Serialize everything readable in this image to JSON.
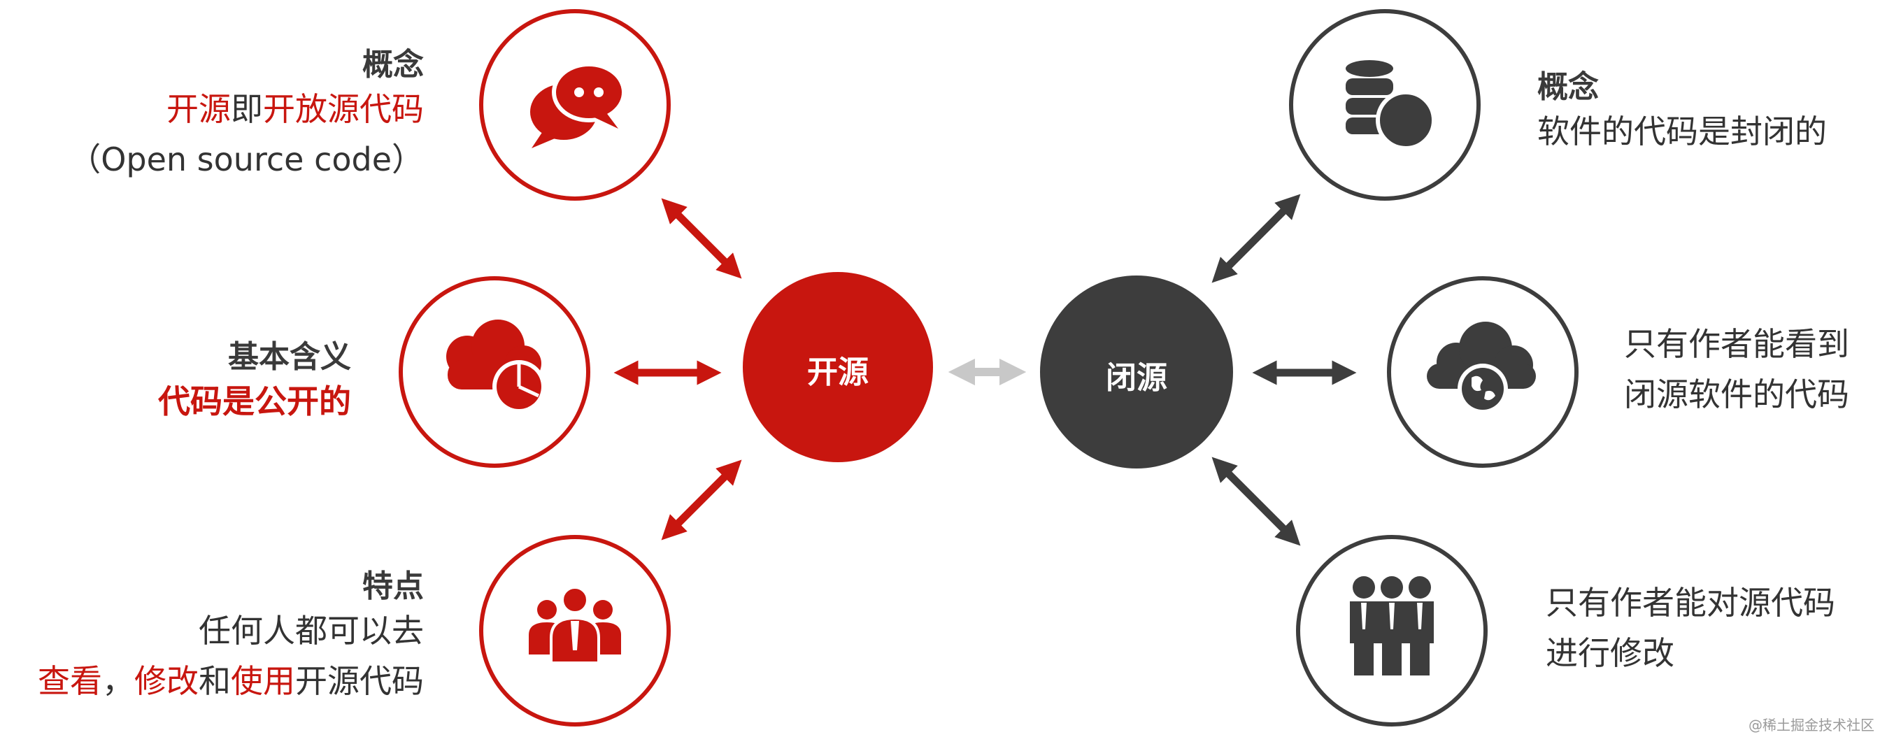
{
  "colors": {
    "red": "#c8160f",
    "dark": "#3d3d3d",
    "arrow_light": "#c8c8c8"
  },
  "center": {
    "open": "开源",
    "closed": "闭源"
  },
  "left": {
    "concept": {
      "title": "概念",
      "line1": [
        {
          "t": "开源",
          "red": true
        },
        {
          "t": "即",
          "red": false
        },
        {
          "t": "开放源代码",
          "red": true
        }
      ],
      "line2": "（Open source code）",
      "icon": "chat-bubbles-icon"
    },
    "meaning": {
      "title": "基本含义",
      "line1": "代码是公开的",
      "icon": "cloud-pie-chart-icon"
    },
    "feature": {
      "title": "特点",
      "line1": "任何人都可以去",
      "line2": [
        {
          "t": "查看",
          "red": true
        },
        {
          "t": "，",
          "red": false
        },
        {
          "t": "修改",
          "red": true
        },
        {
          "t": "和",
          "red": false
        },
        {
          "t": "使用",
          "red": true
        },
        {
          "t": "开源代码",
          "red": false
        }
      ],
      "icon": "team-people-icon"
    }
  },
  "right": {
    "concept": {
      "title": "概念",
      "line1": "软件的代码是封闭的",
      "icon": "database-coin-icon"
    },
    "access": {
      "line1": "只有作者能看到",
      "line2": "闭源软件的代码",
      "icon": "cloud-globe-icon"
    },
    "modify": {
      "line1": "只有作者能对源代码",
      "line2": "进行修改",
      "icon": "business-people-icon"
    }
  },
  "watermark": "@稀土掘金技术社区"
}
